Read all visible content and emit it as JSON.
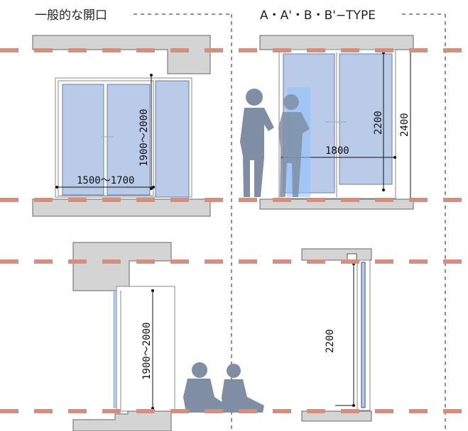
{
  "headings": {
    "left": "一般的な開口",
    "right": "A・A'・B・B'−TYPE"
  },
  "dimensions": {
    "general_height": "1900〜2000",
    "general_width": "1500〜1700",
    "type_width": "1800",
    "type_height": "2200",
    "type_ceiling": "2400",
    "section_general_height": "1900〜2000",
    "section_type_height": "2200"
  },
  "colors": {
    "datum_line": "#d4907e",
    "slab": "#d4d4d4",
    "glass": "#b9cbe9",
    "person": "#7f8ea4"
  }
}
